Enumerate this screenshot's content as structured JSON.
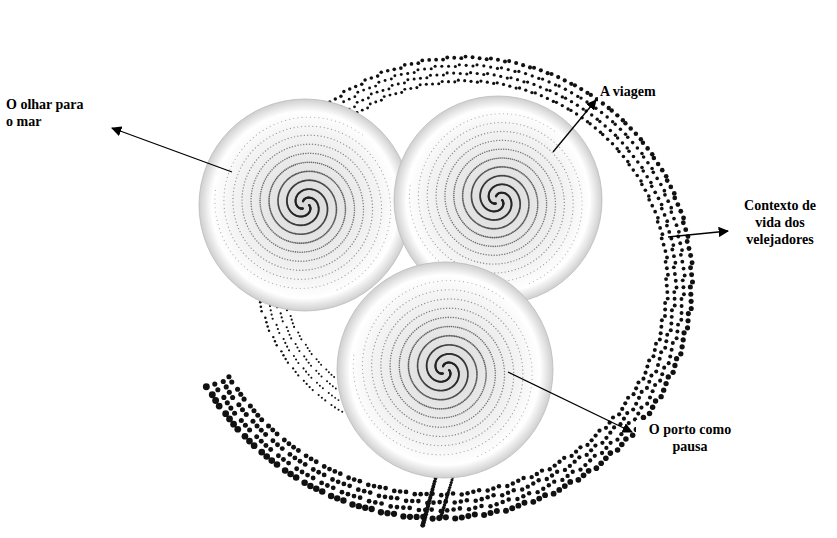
{
  "diagram": {
    "labels": [
      "O olhar para o mar",
      "A viagem",
      "Contexto de vida dos velejadores",
      "O porto como pausa"
    ]
  }
}
